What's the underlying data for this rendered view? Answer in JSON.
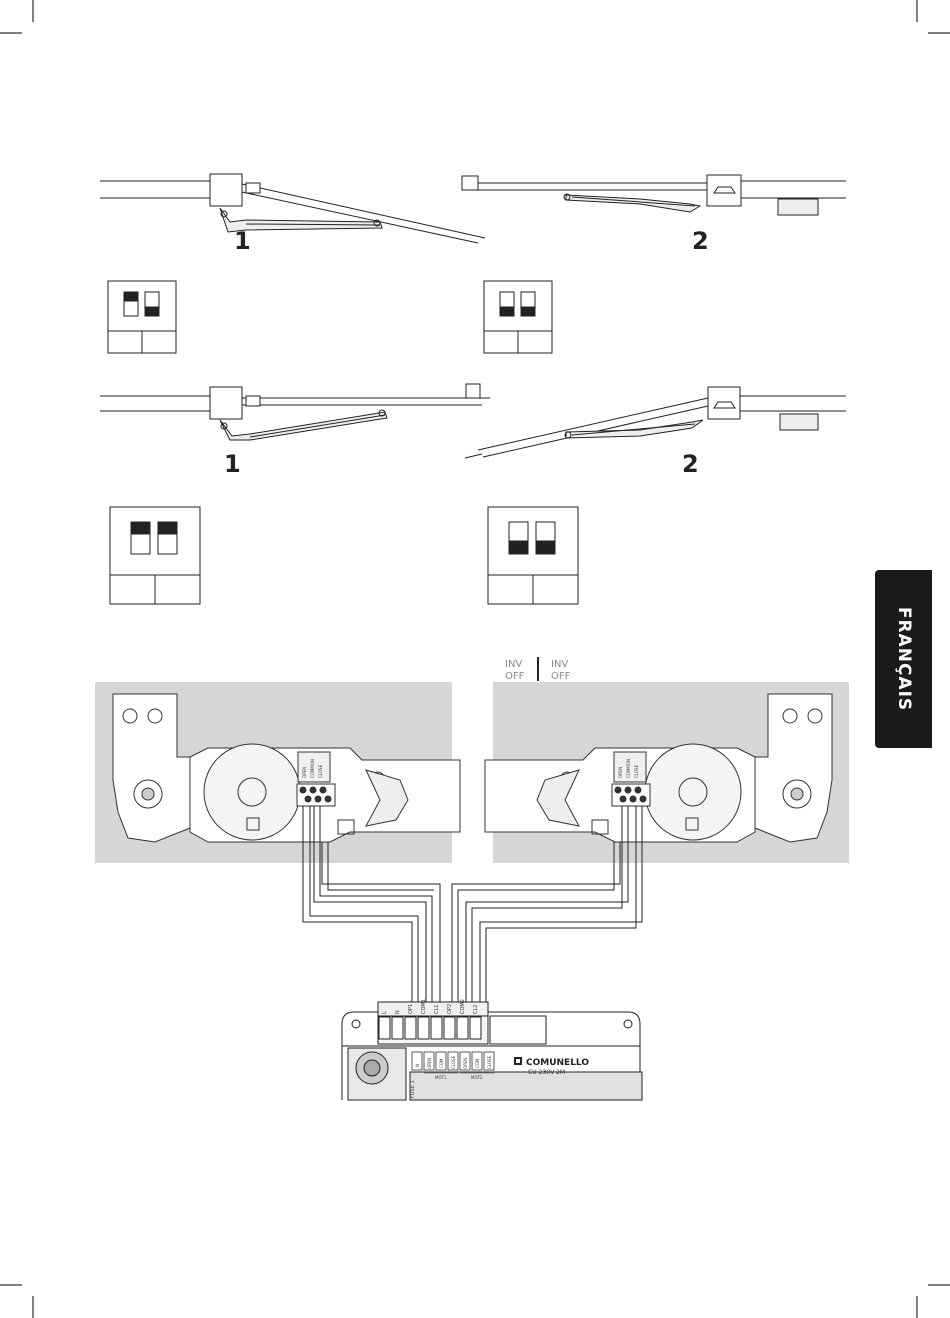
{
  "side_tab": {
    "label": "FRANÇAIS"
  },
  "steps": {
    "top_left": "1",
    "top_right": "2",
    "bottom_left": "1",
    "bottom_right": "2"
  },
  "legend": {
    "inv_left": "INV",
    "off_left": "OFF",
    "inv_right": "INV",
    "off_right": "OFF"
  },
  "wiring_labels": {
    "motor_left": [
      "OPEN",
      "COMMON",
      "CLOSE"
    ],
    "motor_right": [
      "OPEN",
      "COMMON",
      "CLOSE"
    ]
  },
  "control_unit": {
    "brand": "COMUNELLO",
    "model": "CU-230V-2M",
    "fuse": "FUSE 1",
    "terminals": [
      "L",
      "N",
      "OP1",
      "COM1",
      "CL1",
      "OP2",
      "COM2",
      "CL2"
    ],
    "group_labels": [
      "N",
      "OPEN",
      "COM",
      "CLOSE",
      "OPEN",
      "COM",
      "CLOSE"
    ],
    "motor1_label": "MOT1",
    "motor2_label": "MOT2"
  },
  "dip_switches": {
    "top_left": [
      "up",
      "down"
    ],
    "top_right": [
      "down",
      "down"
    ],
    "bottom_left": [
      "up",
      "up"
    ],
    "bottom_right": [
      "down",
      "down"
    ]
  },
  "colors": {
    "tab": "#1a1a1a",
    "panel": "#d6d6d6",
    "ink": "#222222"
  }
}
